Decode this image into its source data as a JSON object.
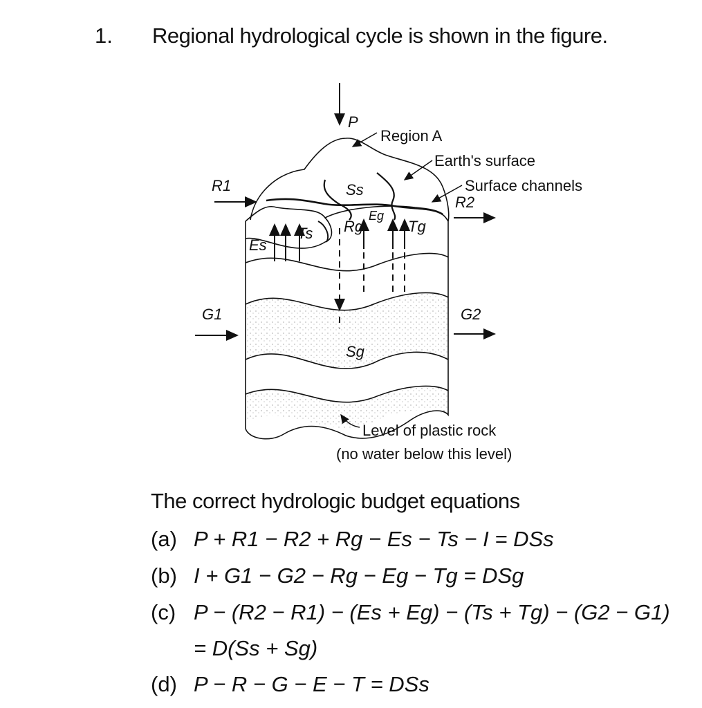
{
  "question": {
    "number": "1.",
    "text": "Regional hydrological cycle is shown in the figure."
  },
  "figure": {
    "labels": {
      "P": "P",
      "region": "Region A",
      "earth_surface": "Earth's surface",
      "surface_channels": "Surface channels",
      "R1": "R1",
      "R2": "R2",
      "Ss": "Ss",
      "Es": "Es",
      "Ts": "Ts",
      "Rg": "Rg",
      "Eg": "Eg",
      "Tg": "Tg",
      "G1": "G1",
      "G2": "G2",
      "Sg": "Sg",
      "plastic_rock_1": "Level of plastic rock",
      "plastic_rock_2": "(no water below this level)"
    }
  },
  "lead_text": "The correct hydrologic budget equations",
  "options": [
    {
      "label": "(a)",
      "equation": "P + R1 − R2 + Rg − Es − Ts − I = DSs"
    },
    {
      "label": "(b)",
      "equation": "I + G1 − G2 − Rg − Eg − Tg = DSg"
    },
    {
      "label": "(c)",
      "equation": "P − (R2 − R1) − (Es + Eg) − (Ts + Tg) − (G2 − G1)",
      "continuation": "= D(Ss + Sg)"
    },
    {
      "label": "(d)",
      "equation": "P − R − G − E − T = DSs"
    }
  ]
}
